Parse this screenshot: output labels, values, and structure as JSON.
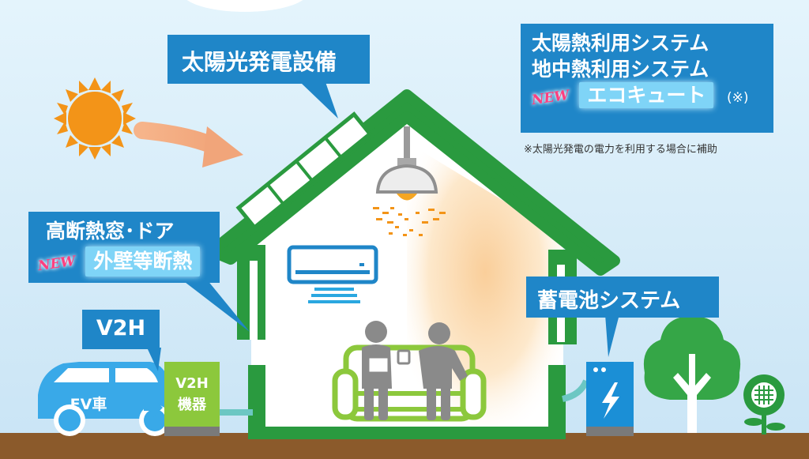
{
  "callouts": {
    "solar_pv": "太陽光発電設備",
    "solar_thermal": "太陽熱利用システム",
    "geothermal": "地中熱利用システム",
    "new_badge": "NEW",
    "ecocute": "エコキュート",
    "note_mark": "(※)",
    "insulation_window": "高断熱窓･ドア",
    "insulation_wall": "外壁等断熱",
    "v2h": "V2H",
    "battery": "蓄電池システム"
  },
  "footnote": "※太陽光発電の電力を利用する場合に補助",
  "labels": {
    "ev": "EV車",
    "v2h_unit_line1": "V2H",
    "v2h_unit_line2": "機器"
  },
  "colors": {
    "sky_top": "#dff1fb",
    "sky_bottom": "#cfe7f6",
    "house_green": "#2a9a3f",
    "callout_blue": "#1f86c8",
    "ev_blue": "#39a9e8",
    "ground": "#8b5a2b",
    "sun": "#f39418",
    "sofa_green": "#8cc83c",
    "person_gray": "#8a8a8a",
    "tree_green": "#35a647",
    "battery_blue": "#1b8fd6"
  }
}
